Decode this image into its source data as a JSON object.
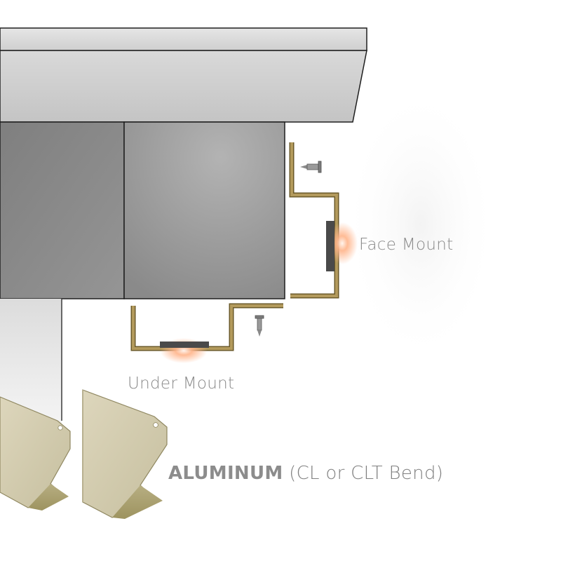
{
  "labels": {
    "face_mount": "Face Mount",
    "under_mount": "Under Mount",
    "material_name": "ALUMINUM",
    "material_detail": " (CL or CLT Bend)"
  },
  "colors": {
    "fascia_top": "#d2d2d2",
    "wall_face": "#8e8e8e",
    "bracket": "#b39a5c",
    "channel_profile": "#cfc8ad",
    "led_glow": "#ffb48a",
    "label_text": "#8a8a8a"
  },
  "icons": {
    "screw_face": "screw-icon",
    "screw_under": "screw-icon",
    "led_face": "led-light-icon",
    "led_under": "led-light-icon"
  }
}
